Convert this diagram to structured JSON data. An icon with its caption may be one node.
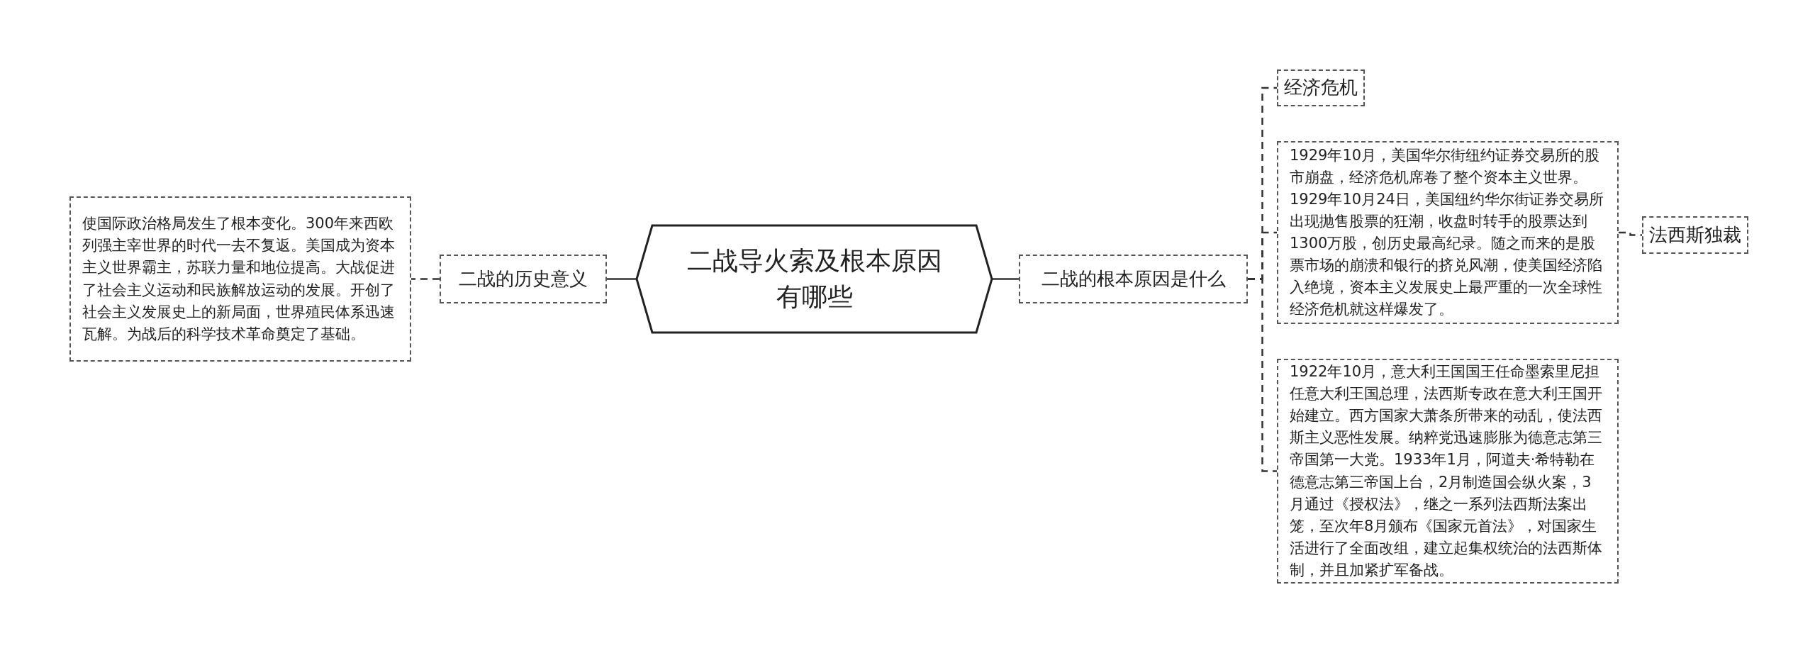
{
  "diagram": {
    "nodes": [
      {
        "text": [
          "二战导火索及根本原因有哪些"
        ]
      },
      {
        "text": [
          "二战的历史意义"
        ]
      },
      {
        "text": [
          "使国际政治格局发生了根本变化。300年来西欧列强主宰世界的时代一去不复返。美国成为资本主义世界霸主，苏联力量和地位提高。大战促进了社会主义运动和民族解放运动的发展。开创了社会主义发展史上的新局面，世界殖民体系迅速瓦解。为战后的科学技术革命奠定了基础。"
        ]
      },
      {
        "text": [
          "二战的根本原因是什么"
        ]
      },
      {
        "text": [
          "经济危机"
        ]
      },
      {
        "text": [
          "1929年10月，美国华尔街纽约证券交易所的股市崩盘，经济危机席卷了整个资本主义世界。1929年10月24日，美国纽约华尔街证券交易所出现抛售股票的狂潮，收盘时转手的股票达到1300万股，创历史最高纪录。随之而来的是股票市场的崩溃和银行的挤兑风潮，使美国经济陷入绝境，资本主义发展史上最严重的一次全球性经济危机就这样爆发了。"
        ]
      },
      {
        "text": [
          "法西斯独裁"
        ]
      },
      {
        "text": [
          "1922年10月，意大利王国国王任命墨索里尼担任意大利王国总理，法西斯专政在意大利王国开始建立。西方国家大萧条所带来的动乱，使法西斯主义恶性发展。纳粹党迅速膨胀为德意志第三帝国第一大党。1933年1月，阿道夫·希特勒在德意志第三帝国上台，2月制造国会纵火案，3月通过《授权法》，继之一系列法西斯法案出笼，至次年8月颁布《国家元首法》，对国家生活进行了全面改组，建立起集权统治的法西斯体制，并且加紧扩军备战。"
        ]
      }
    ],
    "edges": [
      {
        "from": 0,
        "to": 1,
        "arrow": "none"
      },
      {
        "from": 1,
        "to": 2,
        "arrow": "none",
        "style": "dashed"
      },
      {
        "from": 0,
        "to": 3,
        "arrow": "none"
      },
      {
        "from": 3,
        "to": 4,
        "arrow": "none",
        "style": "dashed"
      },
      {
        "from": 3,
        "to": 5,
        "arrow": "none",
        "style": "dashed"
      },
      {
        "from": 3,
        "to": 7,
        "arrow": "none",
        "style": "dashed"
      },
      {
        "from": 5,
        "to": 6,
        "arrow": "none",
        "style": "dashed"
      }
    ]
  }
}
